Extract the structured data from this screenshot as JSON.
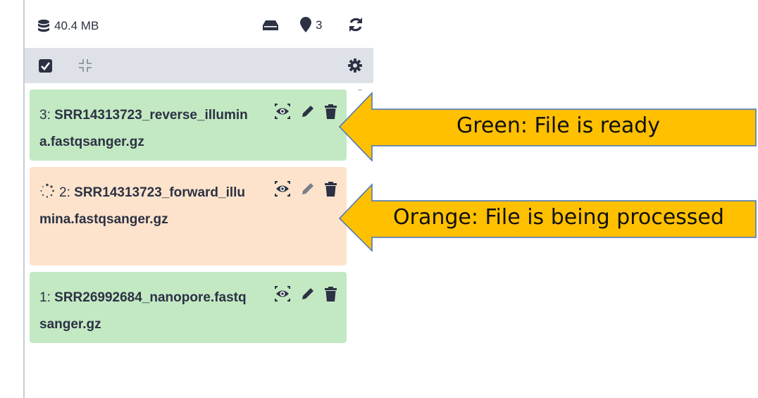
{
  "history": {
    "size": "40.4 MB",
    "tag_count": "3"
  },
  "datasets": [
    {
      "hid": "3:",
      "name": "SRR14313723_reverse_illumina.fastqsanger.gz",
      "state": "ok"
    },
    {
      "hid": "2:",
      "name": "SRR14313723_forward_illumina.fastqsanger.gz",
      "state": "queued"
    },
    {
      "hid": "1:",
      "name": "SRR26992684_nanopore.fastqsanger.gz",
      "state": "ok"
    }
  ],
  "annotations": {
    "green": "Green: File is ready",
    "orange": "Orange: File is being processed"
  },
  "colors": {
    "ok": "#c3e9c3",
    "queued": "#fde3cc",
    "arrow": "#ffc000",
    "arrow_border": "#4472c4"
  },
  "icons": {
    "size": "database-icon",
    "disk": "hard-drive-icon",
    "tags": "map-marker-icon",
    "refresh": "refresh-icon",
    "select": "checkbox-icon",
    "collapse": "collapse-icon",
    "settings": "gear-icon",
    "view": "eye-icon",
    "edit": "pencil-icon",
    "delete": "trash-icon",
    "loading": "spinner-icon"
  }
}
